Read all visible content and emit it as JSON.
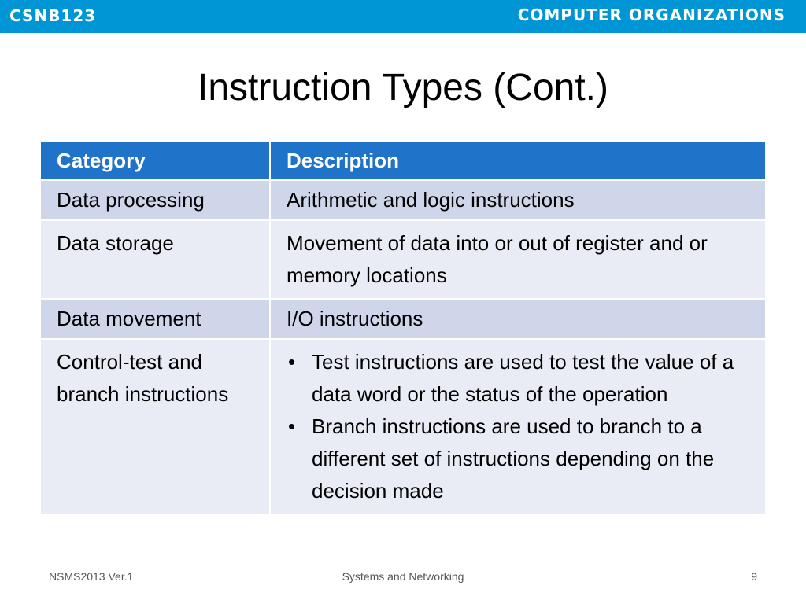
{
  "header": {
    "course_code": "CSNB123",
    "course_name": "COMPUTER ORGANIZATIONS",
    "bar_color": "#0096d6"
  },
  "title": "Instruction Types (Cont.)",
  "table": {
    "header_color": "#1f73c8",
    "columns": [
      "Category",
      "Description"
    ],
    "rows": [
      {
        "category": "Data processing",
        "description": "Arithmetic and logic instructions"
      },
      {
        "category": "Data storage",
        "description": "Movement of data into or out of register and or memory locations"
      },
      {
        "category": "Data movement",
        "description": "I/O instructions"
      },
      {
        "category": "Control-test and branch instructions",
        "bullets": [
          "Test instructions are used to test the value of a data word or the status of the operation",
          "Branch instructions are used to branch to a different set of instructions depending on the decision made"
        ]
      }
    ]
  },
  "footer": {
    "left": "NSMS2013 Ver.1",
    "center": "Systems and Networking",
    "page_number": "9"
  }
}
